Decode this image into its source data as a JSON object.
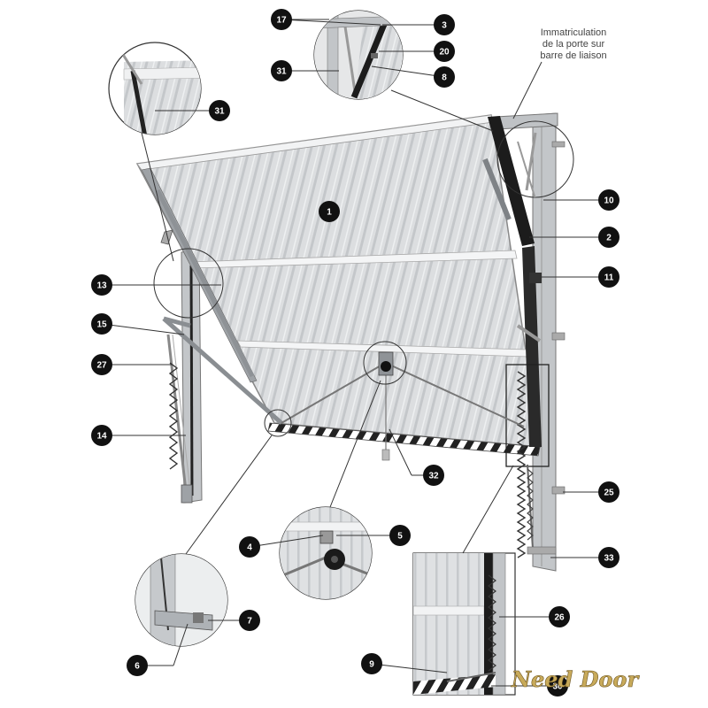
{
  "annotation": {
    "lines": [
      "Immatriculation",
      "de la porte sur",
      "barre de liaison"
    ]
  },
  "labels": [
    "17",
    "3",
    "20",
    "31",
    "8",
    "31",
    "10",
    "1",
    "2",
    "11",
    "13",
    "15",
    "27",
    "14",
    "32",
    "25",
    "4",
    "5",
    "33",
    "7",
    "26",
    "6",
    "9",
    "30"
  ],
  "brand": "Need Door",
  "colors": {
    "badge": "#111111",
    "panel": "#d8dadc",
    "frame": "#b9bcbf",
    "stripe": "#222222"
  }
}
